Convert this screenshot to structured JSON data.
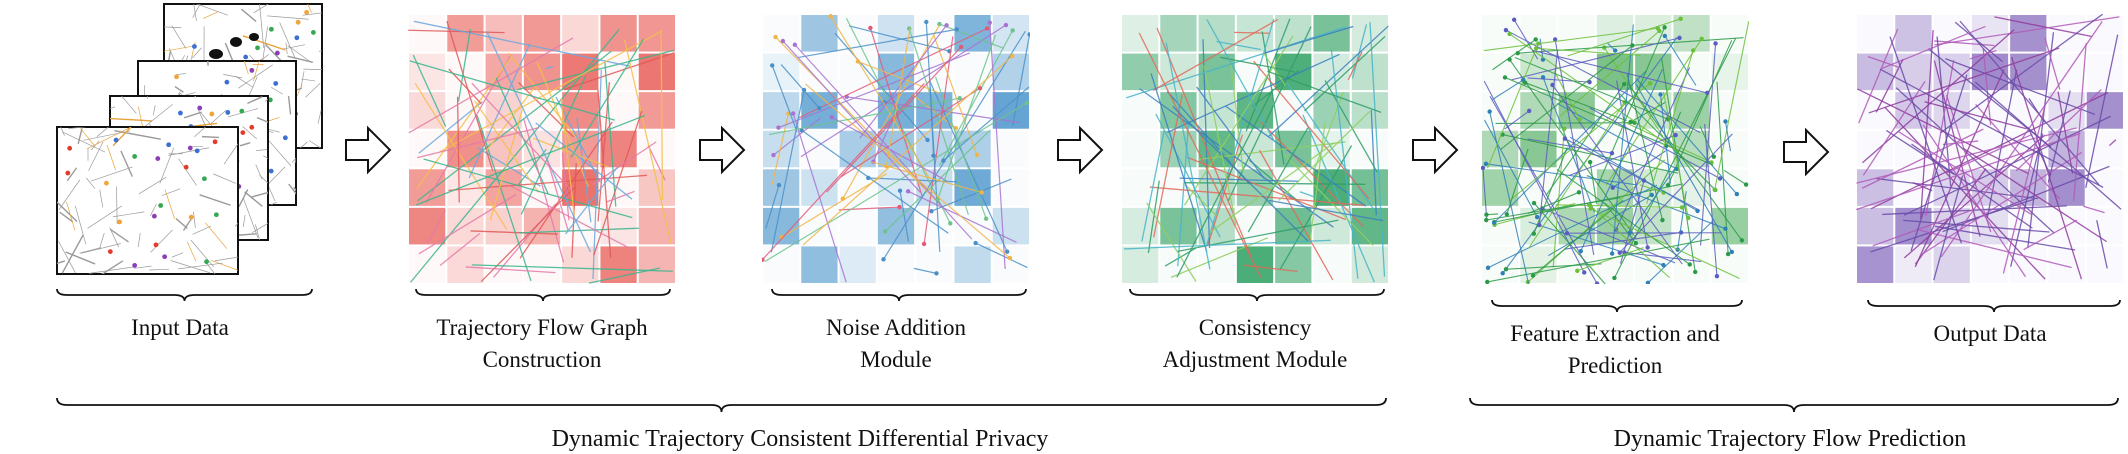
{
  "stages": [
    {
      "id": "input",
      "label": "Input Data",
      "palette": [
        "#e33c2c",
        "#f2a33a",
        "#35a852",
        "#3b6fd1",
        "#8a3fb8"
      ]
    },
    {
      "id": "graph",
      "label": "Trajectory Flow Graph\nConstruction",
      "palette": [
        "#e05858",
        "#f3c04a",
        "#3ab58e",
        "#6aa9dd",
        "#e47aa8"
      ]
    },
    {
      "id": "noise",
      "label": "Noise Addition\nModule",
      "palette": [
        "#4a90c8",
        "#e05a7a",
        "#6cc38c",
        "#f2b545",
        "#a872d0"
      ]
    },
    {
      "id": "consistency",
      "label": "Consistency\nAdjustment Module",
      "palette": [
        "#2f9e6a",
        "#48b4c8",
        "#8fcf62",
        "#e06a5a",
        "#3c7fc0"
      ]
    },
    {
      "id": "prediction",
      "label": "Feature Extraction and\nPrediction",
      "palette": [
        "#2b9a48",
        "#5a5cc0",
        "#6bbf3a",
        "#2f7fb8"
      ]
    },
    {
      "id": "output",
      "label": "Output Data",
      "palette": [
        "#8e3b9e",
        "#b05ab8",
        "#6a4aa8"
      ]
    }
  ],
  "groups": [
    {
      "id": "privacy",
      "label": "Dynamic Trajectory Consistent Differential Privacy"
    },
    {
      "id": "flow",
      "label": "Dynamic Trajectory Flow Prediction"
    }
  ],
  "colors": {
    "ink": "#111111",
    "graph_cells": "#e8564f",
    "noise_cells": "#5b9fd0",
    "consistency_cells": "#3aa56a",
    "prediction_cells": "#4dab5e",
    "output_cells": "#8a6fc0"
  },
  "icons": {
    "arrow": "outline-right-arrow-icon",
    "brace": "curly-brace-icon",
    "map": "city-map-icon"
  }
}
